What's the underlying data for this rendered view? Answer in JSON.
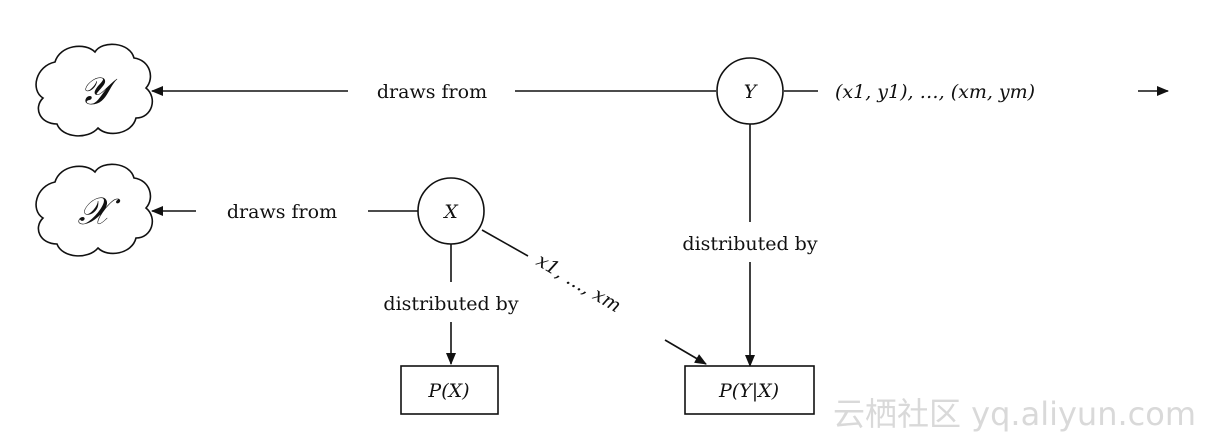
{
  "clouds": {
    "y_space": "𝒴",
    "x_space": "𝒳"
  },
  "nodes": {
    "y_node": "Y",
    "x_node": "X",
    "px_box": "P(X)",
    "pyx_box": "P(Y|X)"
  },
  "edges": {
    "y_draws_from": "draws from",
    "x_draws_from": "draws from",
    "y_distributed_by": "distributed by",
    "x_distributed_by": "distributed by",
    "x_samples": "x1, …, xm",
    "xy_samples": "(x1, y1), …, (xm, ym)"
  },
  "watermark": "云栖社区 yq.aliyun.com"
}
